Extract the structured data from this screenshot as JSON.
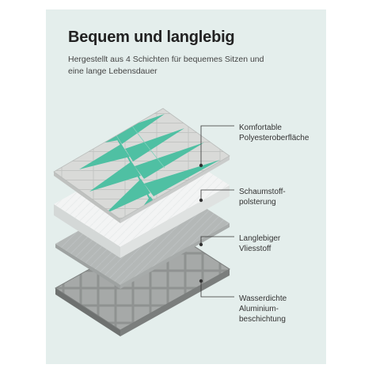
{
  "header": {
    "title": "Bequem und langlebig",
    "subtitle_line1": "Hergestellt aus 4 Schichten für bequemes Sitzen und",
    "subtitle_line2": "eine lange Lebensdauer"
  },
  "layers": [
    {
      "line1": "Komfortable",
      "line2": "Polyesteroberfläche",
      "line3": ""
    },
    {
      "line1": "Schaumstoff-",
      "line2": "polsterung",
      "line3": ""
    },
    {
      "line1": "Langlebiger",
      "line2": "Vliesstoff",
      "line3": ""
    },
    {
      "line1": "Wasserdichte",
      "line2": "Aluminium-",
      "line3": "beschichtung"
    }
  ],
  "colors": {
    "background": "#e4eeec",
    "leaf": "#4fc0a3",
    "foam": "#eef0ef",
    "fleece": "#aeb2b1",
    "aluminium": "#8f9291"
  }
}
